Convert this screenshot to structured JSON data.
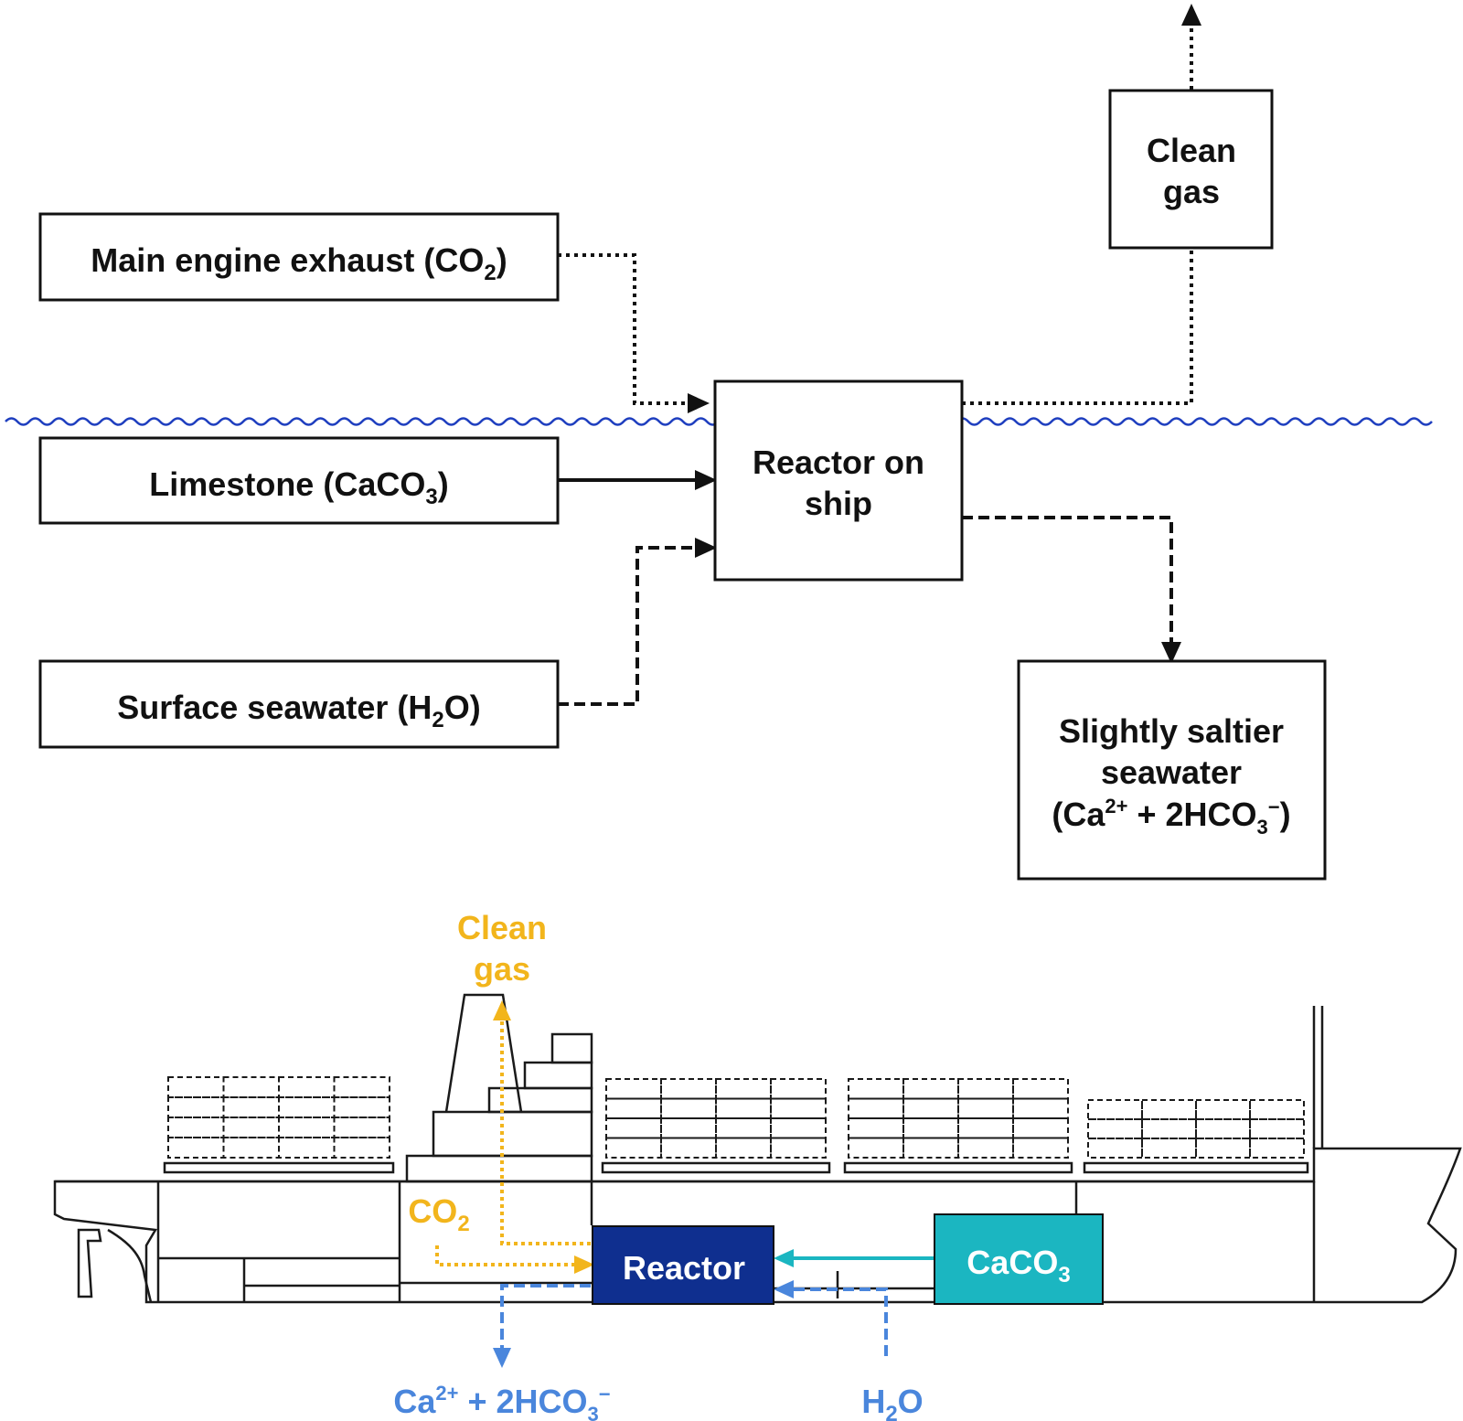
{
  "flow": {
    "exhaust": {
      "text": "Main engine exhaust (CO",
      "sub": "2",
      "tail": ")"
    },
    "limestone": {
      "text": "Limestone (CaCO",
      "sub": "3",
      "tail": ")"
    },
    "seawater": {
      "text": "Surface seawater (H",
      "sub": "2",
      "tail": "O)"
    },
    "reactor": {
      "line1": "Reactor on",
      "line2": "ship"
    },
    "clean_gas": {
      "line1": "Clean",
      "line2": "gas"
    },
    "saltier": {
      "line1": "Slightly saltier",
      "line2": "seawater",
      "line3_a": "(Ca",
      "line3_sup1": "2+",
      "line3_b": " + 2HCO",
      "line3_sub": "3",
      "line3_sup2": "−",
      "line3_c": ")"
    }
  },
  "ship": {
    "clean_gas": {
      "line1": "Clean",
      "line2": "gas"
    },
    "co2": {
      "text": "CO",
      "sub": "2"
    },
    "reactor": "Reactor",
    "caco3": {
      "text": "CaCO",
      "sub": "3"
    },
    "bicarbonate": {
      "a": "Ca",
      "sup1": "2+",
      "b": " + 2HCO",
      "sub": "3",
      "sup2": "−"
    },
    "water": {
      "a": "H",
      "sub": "2",
      "b": "O"
    }
  },
  "colors": {
    "line": "#111111",
    "wave": "#1f3fbf",
    "gas_yellow": "#f2b51c",
    "reactor_blue": "#0f2f8f",
    "caco3_teal": "#1bb6c1",
    "water_blue": "#4a86dc"
  }
}
